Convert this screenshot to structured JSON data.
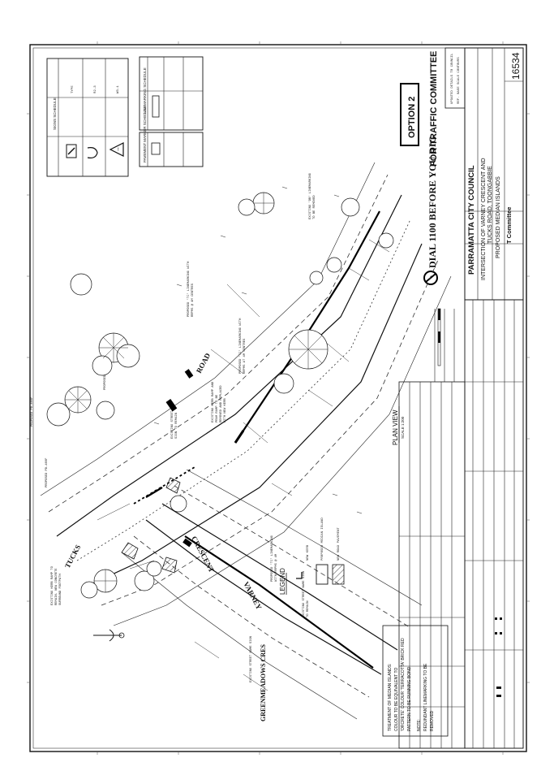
{
  "sheet": {
    "option_label": "OPTION 2",
    "committee_label": "FOR TRAFFIC COMMITTEE",
    "dial_label": "DIAL 1100 BEFORE YOU DIG",
    "council": "PARRAMATTA CITY COUNCIL",
    "title_line1": "INTERSECTION OF VARNEY CRESCENT AND",
    "title_line2": "TUCKS ROAD, TOONGABBIE",
    "title_line3": "PROPOSED MEDIAN ISLANDS",
    "plan_number": "16534",
    "committee_mark": "T Committee",
    "plan_view_title": "PLAN VIEW",
    "plan_view_scale": "SCALE 1:200",
    "legend_title": "LEGEND",
    "road_tucks": "TUCKS",
    "road_road": "ROAD",
    "road_varney": "VARNEY",
    "road_crescent": "CRESCENT",
    "road_greenmeadows": "GREENMEADOWS CRES",
    "treatment_note_l1": "TREATMENT OF MEDIAN ISLANDS:",
    "treatment_note_l2": "COLOUR TO BE EQUIVALENT TO",
    "treatment_note_l3": "'ORCRETE' COLOUR 'TERRACOTTA' BRICK RED",
    "treatment_note_l4": "PATTERN TO BE RUNNING BOND",
    "treatment_note_l5": "NOTE:",
    "treatment_note_l6": "REDUNDANT LINEMARKING TO BE",
    "treatment_note_l7": "REMOVED",
    "legend_l1": "NEW KERB",
    "legend_l2": "PROPOSED MEDIAN ISLAND",
    "legend_l3": "NEW ROAD PAVEMENT",
    "signs_title": "SIGNS SCHEDULE",
    "markings_title": "LINEMARKING SCHEDULE",
    "pavement_title": "PAVEMENT MARKER SCHEDULE"
  }
}
